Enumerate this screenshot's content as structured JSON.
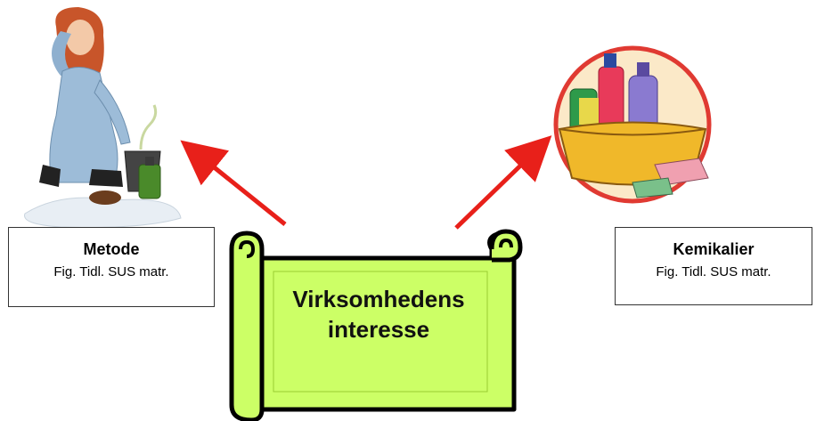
{
  "left_box": {
    "title": "Metode",
    "subtitle": "Fig. Tidl. SUS matr."
  },
  "right_box": {
    "title": "Kemikalier",
    "subtitle": "Fig. Tidl. SUS matr."
  },
  "scroll": {
    "line1": "Virksomhedens",
    "line2": "interesse",
    "fill_color": "#ccff66"
  },
  "arrow_color": "#e8201a",
  "icons": [
    "woman-cleaning-icon",
    "cleaning-basket-icon",
    "scroll-banner-icon"
  ]
}
